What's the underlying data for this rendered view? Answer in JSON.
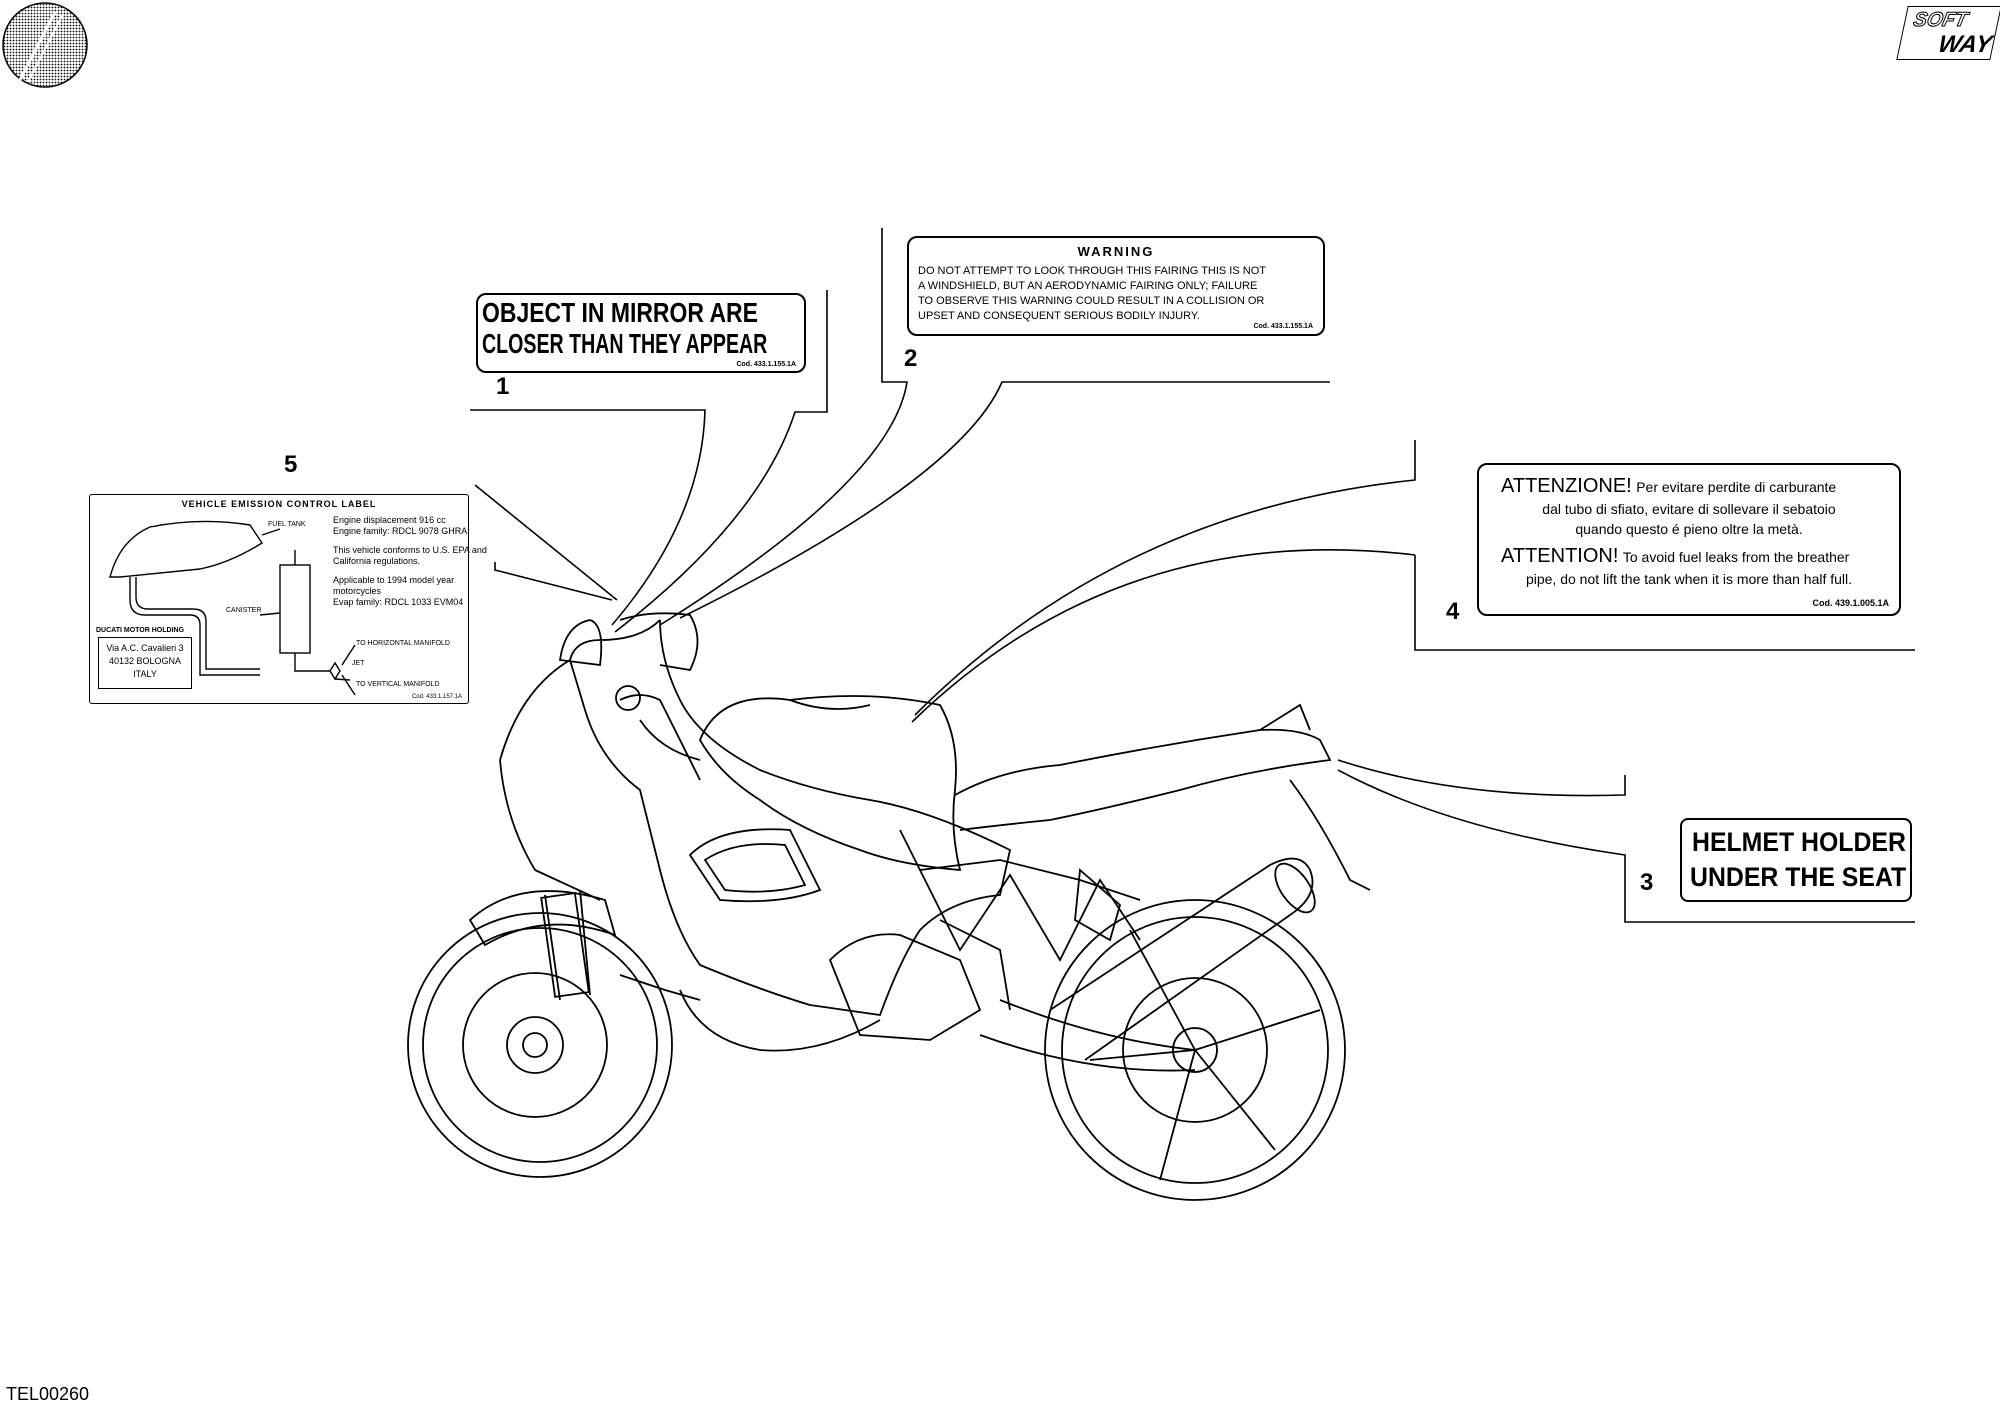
{
  "brand_badge": {
    "line1": "SOFT",
    "line2": "WAY"
  },
  "drawing_code": "TEL00260",
  "callouts": [
    "1",
    "2",
    "3",
    "4",
    "5"
  ],
  "labels": {
    "mirror": {
      "line1": "OBJECT IN MIRROR ARE",
      "line2": "CLOSER THAN THEY APPEAR",
      "code": "Cod. 433.1.155.1A"
    },
    "warning": {
      "title": "WARNING",
      "lines": [
        "DO NOT ATTEMPT TO LOOK THROUGH THIS FAIRING  THIS IS NOT",
        "A WINDSHIELD, BUT AN AERODYNAMIC FAIRING ONLY; FAILURE",
        "TO OBSERVE THIS WARNING COULD RESULT IN A COLLISION OR",
        "UPSET AND CONSEQUENT SERIOUS BODILY INJURY."
      ],
      "code": "Cod. 433.1.155.1A"
    },
    "fuel": {
      "it_head": "ATTENZIONE!",
      "it_line1": "Per evitare perdite di carburante",
      "it_line2": "dal tubo di sfiato, evitare di sollevare il sebatoio",
      "it_line3": "quando questo é pieno oltre la metà.",
      "en_head": "ATTENTION!",
      "en_line1": "To avoid fuel leaks from the breather",
      "en_line2": "pipe, do not lift the tank when it is more than half full.",
      "code": "Cod. 439.1.005.1A"
    },
    "helmet": {
      "line1": "HELMET HOLDER",
      "line2": "UNDER THE SEAT"
    },
    "emission": {
      "title": "VEHICLE EMISSION CONTROL LABEL",
      "tank_label": "FUEL TANK",
      "canister_label": "CANISTER",
      "engine_lines": [
        "Engine displacement 916 cc",
        "Engine family: RDCL 9078 GHRA"
      ],
      "conform_lines": [
        "This vehicle conforms to U.S. EPA and",
        "California regulations."
      ],
      "applicable_lines": [
        "Applicable to 1994 model year",
        "motorcycles",
        "Evap family: RDCL 1033 EVM04"
      ],
      "manifold_top": "TO HORIZONTAL MANIFOLD",
      "jet": "JET",
      "manifold_bottom": "TO VERTICAL MANIFOLD",
      "maker": "DUCATI MOTOR HOLDING",
      "address": [
        "Via A.C. Cavalieri 3",
        "40132 BOLOGNA",
        "ITALY"
      ],
      "code": "Cod. 433.1.157.1A"
    }
  }
}
